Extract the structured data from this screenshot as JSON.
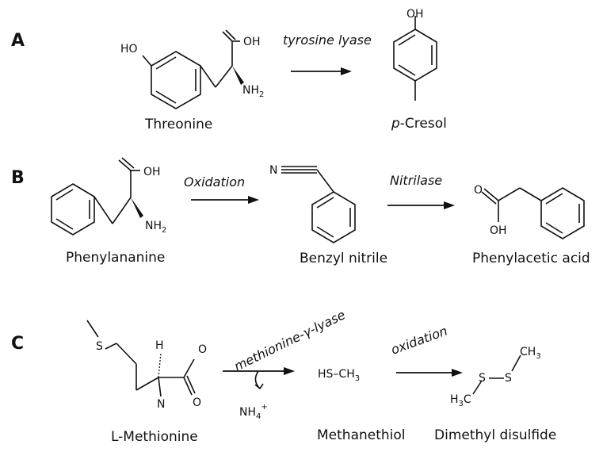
{
  "panels": {
    "a": {
      "letter": "A",
      "enzyme": "tyrosine lyase",
      "substrate": {
        "name": "Threonine",
        "hydroxyl": "HO",
        "acid_oh": "OH",
        "amine": "NH",
        "amine_sub": "2"
      },
      "product": {
        "name_prefix": "p",
        "name_rest": "-Cresol",
        "hydroxyl": "OH"
      }
    },
    "b": {
      "letter": "B",
      "step1_enzyme": "Oxidation",
      "step2_enzyme": "Nitrilase",
      "substrate": {
        "name": "Phenylananine",
        "acid_oh": "OH",
        "amine": "NH",
        "amine_sub": "2"
      },
      "intermediate": {
        "name": "Benzyl nitrile",
        "nitrogen": "N"
      },
      "product": {
        "name": "Phenylacetic acid",
        "acid_oh": "OH"
      }
    },
    "c": {
      "letter": "C",
      "step1_enzyme": "methionine-γ-lyase",
      "step2_enzyme": "oxidation",
      "byproduct": {
        "text": "NH",
        "sub": "4",
        "sup": "+"
      },
      "substrate": {
        "name": "L-Methionine",
        "sulfur": "S",
        "hydrogen": "H",
        "oxygen": "O",
        "nitrogen": "N"
      },
      "intermediate": {
        "name": "Methanethiol",
        "formula": "HS–CH",
        "formula_sub": "3"
      },
      "product": {
        "name": "Dimethyl disulfide",
        "s1": "S",
        "s2": "S",
        "ch3_top": "CH",
        "ch3_top_sub": "3",
        "ch3_bottom": "H",
        "ch3_bottom_sub": "3",
        "ch3_bottom_c": "C"
      }
    }
  }
}
